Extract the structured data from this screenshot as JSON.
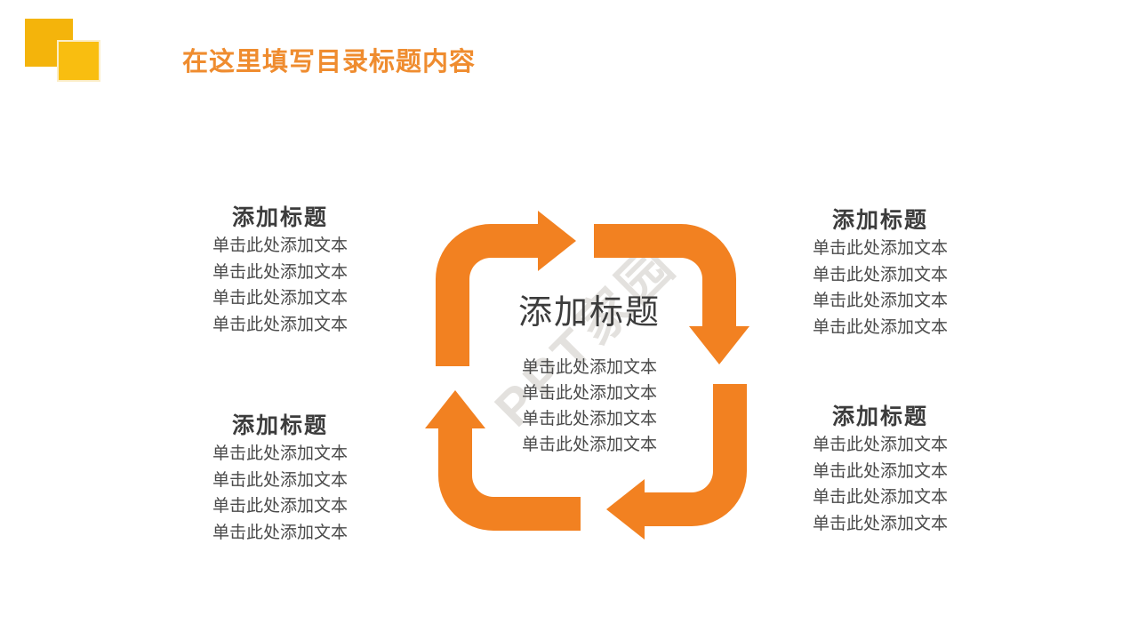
{
  "slide": {
    "title": "在这里填写目录标题内容",
    "watermark": "PPT家园",
    "colors": {
      "accent_orange": "#F28121",
      "title_orange": "#EF8C2F",
      "logo_yellow_back": "#F4B40B",
      "logo_yellow_front": "#F9BE10",
      "heading_gray": "#3C3C3C",
      "body_gray": "#4A4A4A",
      "watermark_gray": "#B8B3AB"
    },
    "center": {
      "heading": "添加标题",
      "lines": [
        "单击此处添加文本",
        "单击此处添加文本",
        "单击此处添加文本",
        "单击此处添加文本"
      ]
    },
    "blocks": [
      {
        "id": "top-left",
        "heading": "添加标题",
        "lines": [
          "单击此处添加文本",
          "单击此处添加文本",
          "单击此处添加文本",
          "单击此处添加文本"
        ]
      },
      {
        "id": "top-right",
        "heading": "添加标题",
        "lines": [
          "单击此处添加文本",
          "单击此处添加文本",
          "单击此处添加文本",
          "单击此处添加文本"
        ]
      },
      {
        "id": "bottom-left",
        "heading": "添加标题",
        "lines": [
          "单击此处添加文本",
          "单击此处添加文本",
          "单击此处添加文本",
          "单击此处添加文本"
        ]
      },
      {
        "id": "bottom-right",
        "heading": "添加标题",
        "lines": [
          "单击此处添加文本",
          "单击此处添加文本",
          "单击此处添加文本",
          "单击此处添加文本"
        ]
      }
    ]
  }
}
